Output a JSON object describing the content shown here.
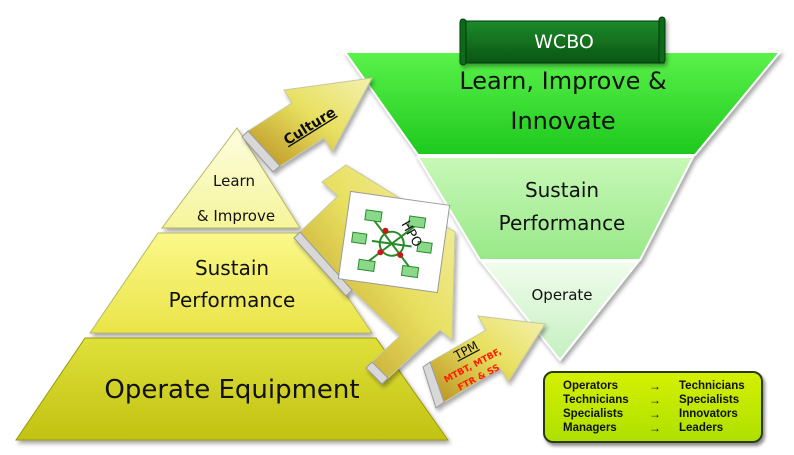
{
  "left_pyramid": {
    "top_line1": "Learn",
    "top_line2": "& Improve",
    "middle_line1": "Sustain",
    "middle_line2": "Performance",
    "bottom": "Operate Equipment"
  },
  "right_pyramid": {
    "banner": "WCBO",
    "top_line1": "Learn, Improve &",
    "top_line2": "Innovate",
    "middle_line1": "Sustain",
    "middle_line2": "Performance",
    "bottom": "Operate"
  },
  "arrows": {
    "culture": "Culture",
    "hpo": "HPO",
    "tpm": "TPM",
    "tpm_metrics_line1": "MTBT, MTBF,",
    "tpm_metrics_line2": "FTR & SS"
  },
  "legend": {
    "rows": [
      {
        "from": "Operators",
        "arrow": "→",
        "to": "Technicians"
      },
      {
        "from": "Technicians",
        "arrow": "→",
        "to": "Specialists"
      },
      {
        "from": "Specialists",
        "arrow": "→",
        "to": "Innovators"
      },
      {
        "from": "Managers",
        "arrow": "→",
        "to": "Leaders"
      }
    ]
  },
  "colors": {
    "left_top": "#fbfbc4",
    "left_middle": "#f4f078",
    "left_bottom": "#d2d21e",
    "right_top": "#26d626",
    "right_middle": "#b0f0a0",
    "right_bottom": "#dcf8d8",
    "banner": "#0f6b1a",
    "metrics_red": "#ff1a00"
  }
}
